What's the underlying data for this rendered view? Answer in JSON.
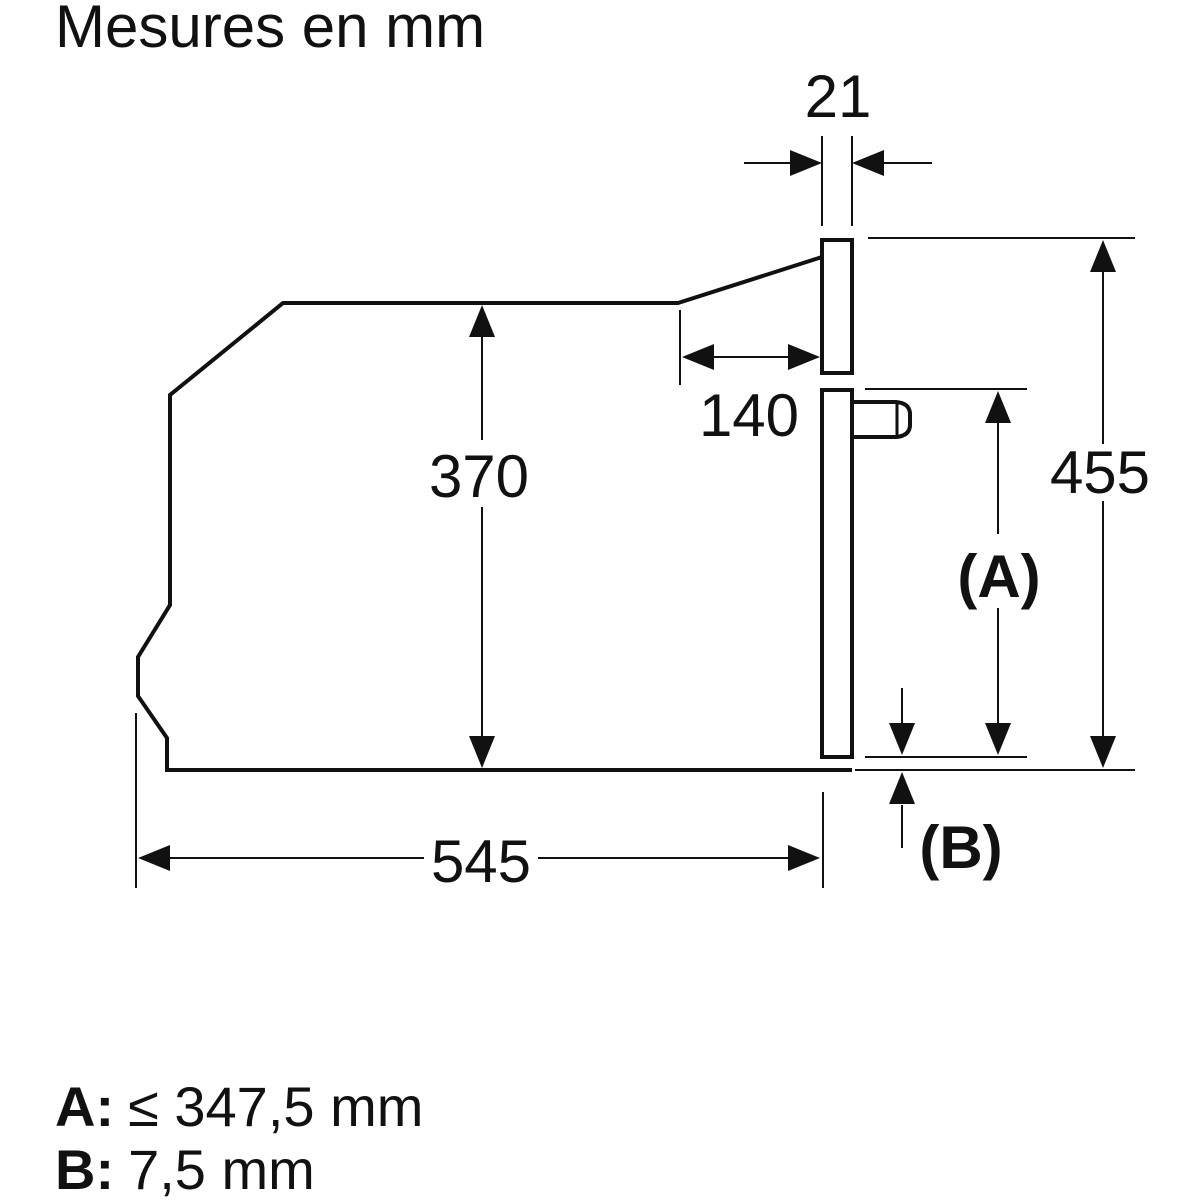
{
  "title": "Mesures en mm",
  "dimensions": {
    "door_thickness": "21",
    "top_recess_depth": "140",
    "body_rear_height": "370",
    "front_height": "455",
    "dim_a": "(A)",
    "dim_b": "(B)",
    "body_depth": "545"
  },
  "legend": {
    "a_key": "A:",
    "a_value": "≤ 347,5 mm",
    "b_key": "B:",
    "b_value": "7,5 mm"
  },
  "colors": {
    "line": "#111111",
    "background": "#ffffff"
  }
}
